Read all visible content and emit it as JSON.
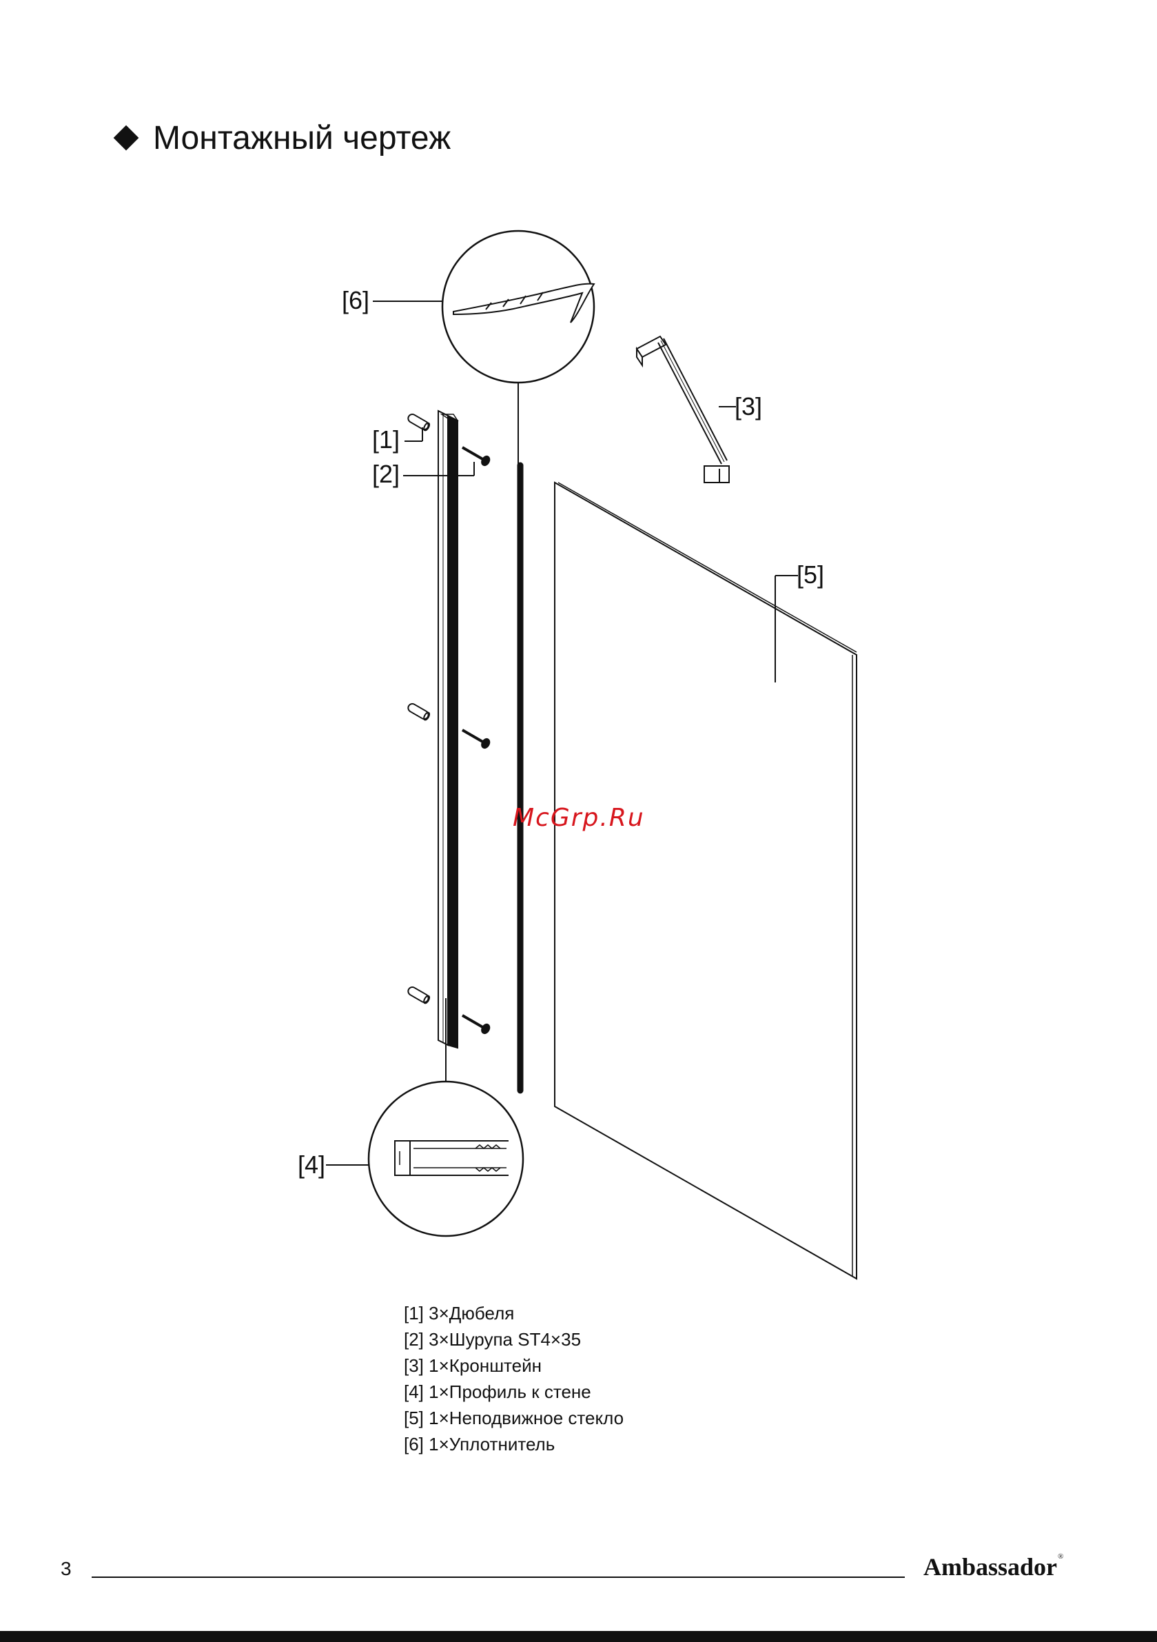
{
  "page": {
    "title": "Монтажный чертеж",
    "page_number": "3",
    "brand": "Ambassador",
    "brand_mark": "®",
    "watermark": "McGrp.Ru"
  },
  "callouts": {
    "c1": "[1]",
    "c2": "[2]",
    "c3": "[3]",
    "c4": "[4]",
    "c5": "[5]",
    "c6": "[6]"
  },
  "legend": [
    "[1] 3×Дюбеля",
    "[2] 3×Шурупа ST4×35",
    "[3] 1×Кронштейн",
    "[4] 1×Профиль к стене",
    "[5] 1×Неподвижное стекло",
    "[6] 1×Уплотнитель"
  ],
  "colors": {
    "ink": "#111111",
    "watermark": "#d7161d",
    "paper": "#ffffff"
  }
}
